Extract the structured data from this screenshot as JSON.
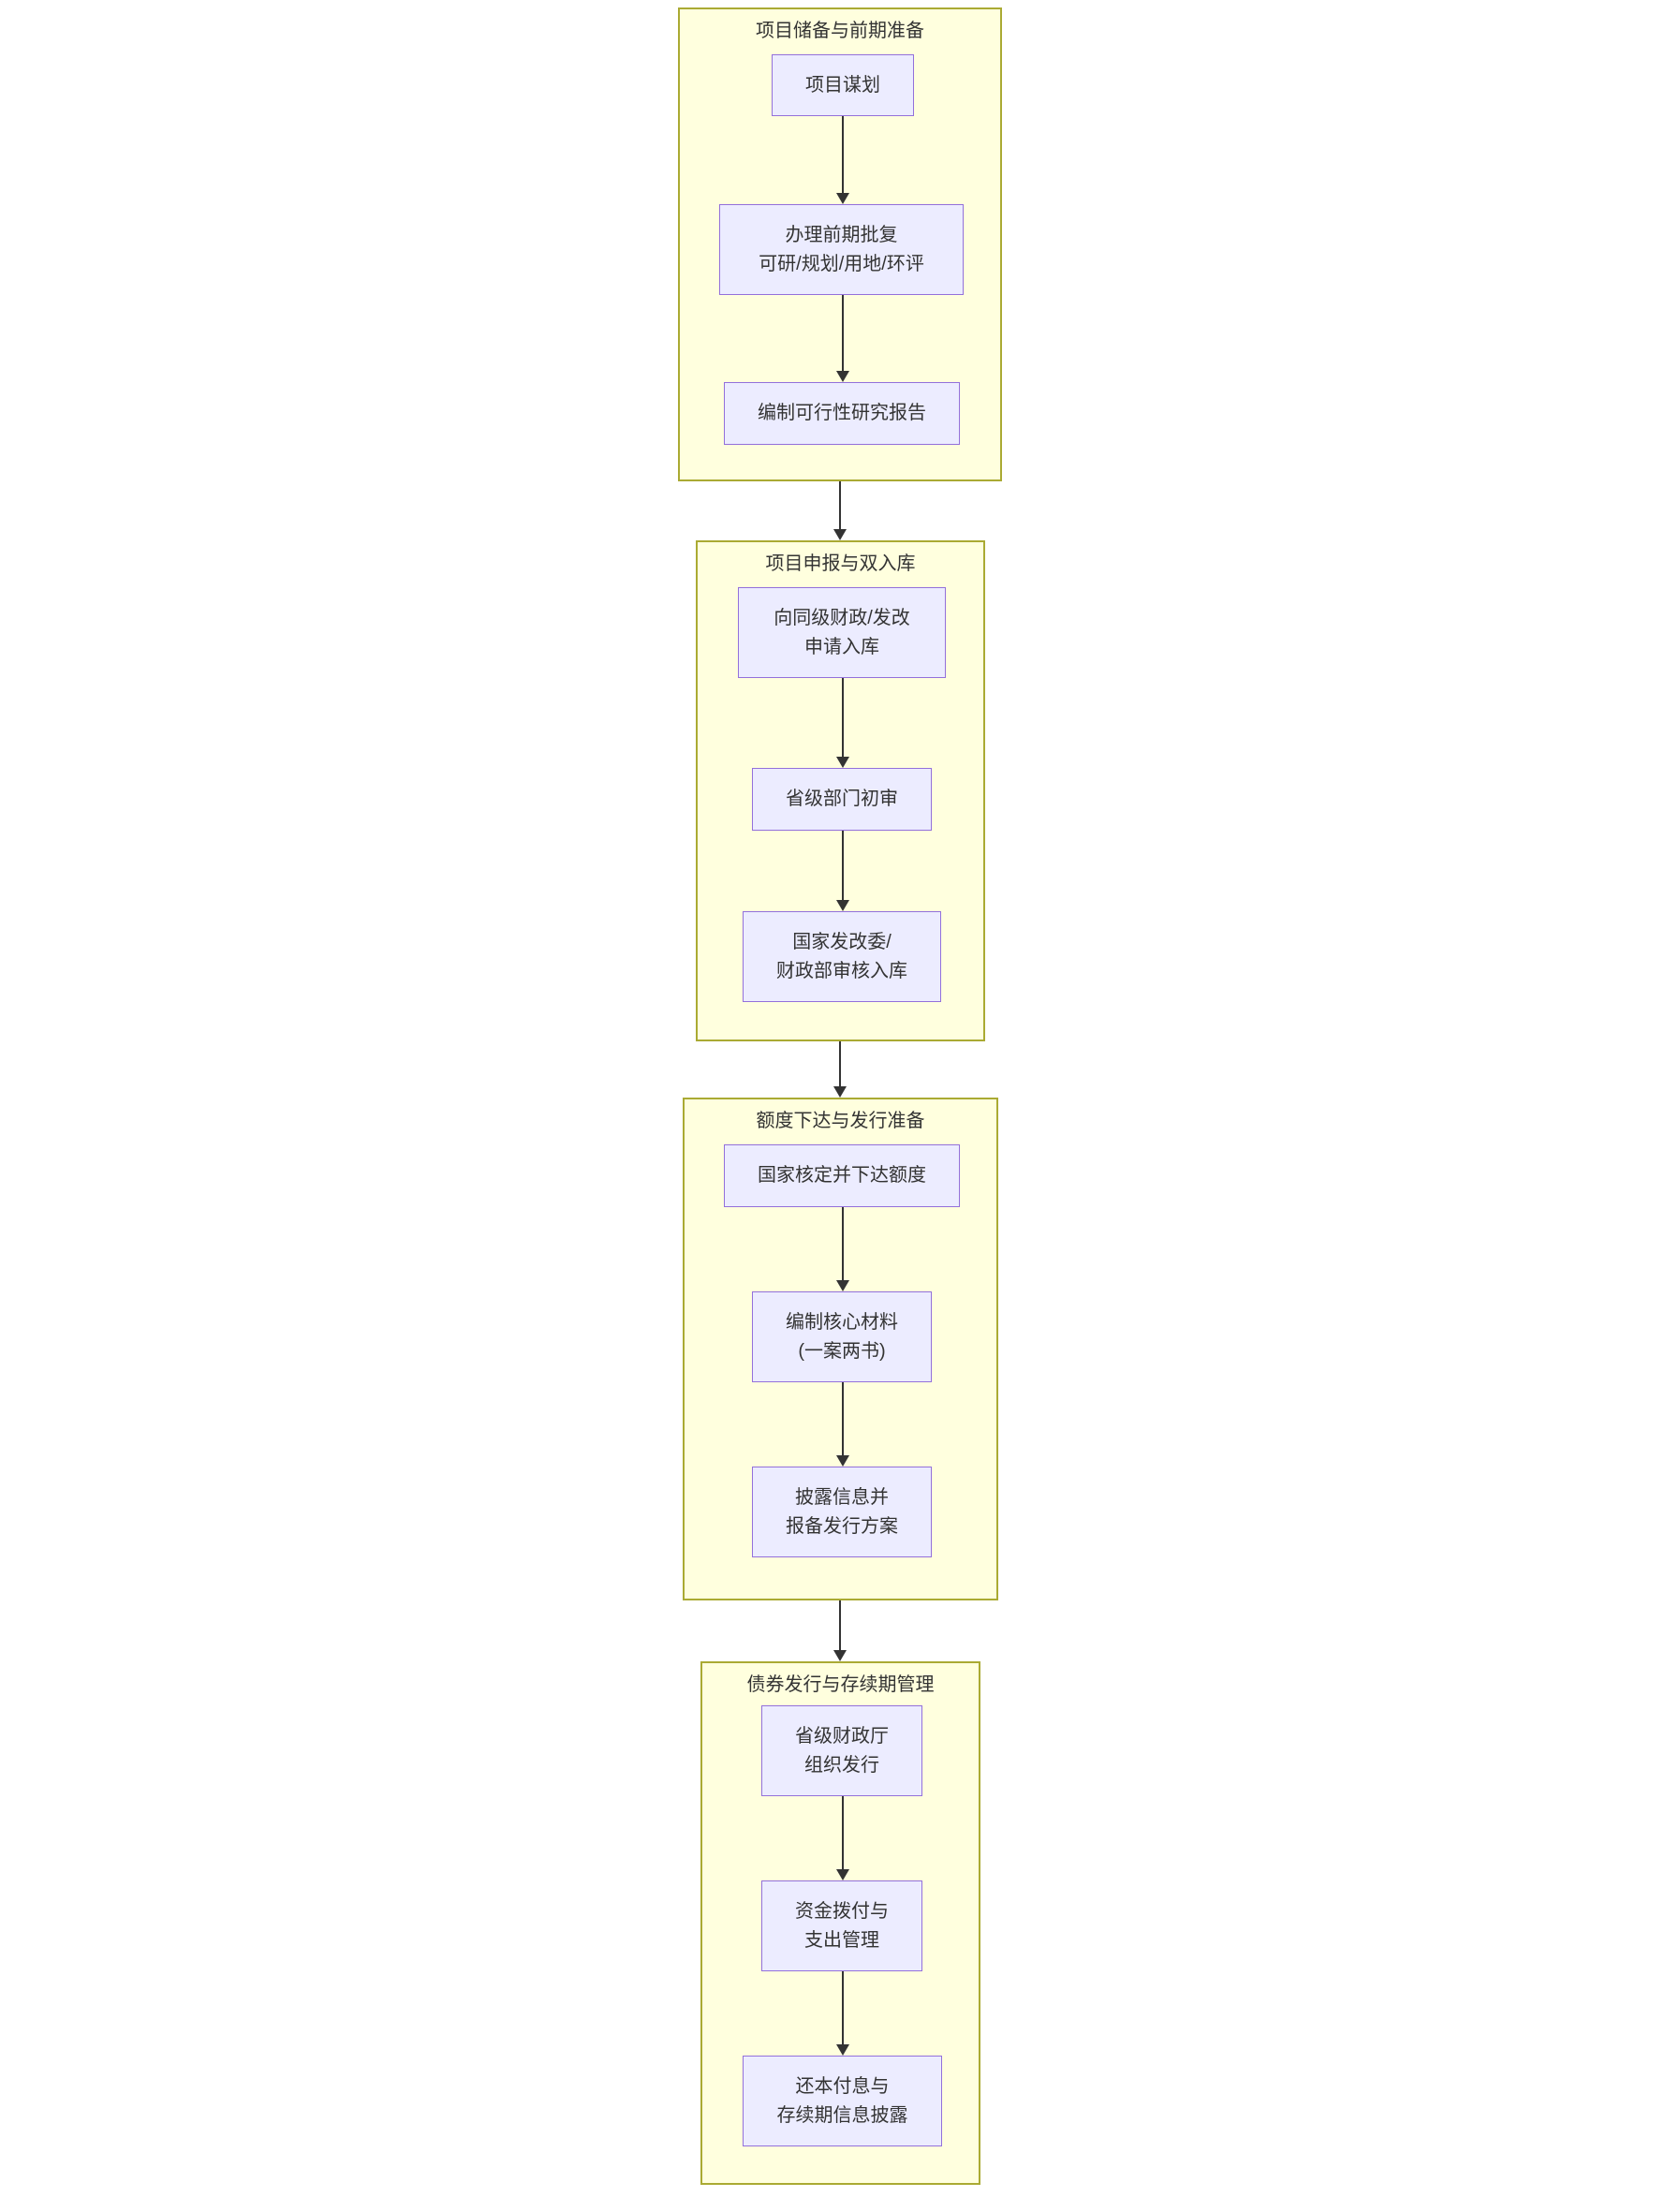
{
  "diagram": {
    "type": "flowchart",
    "direction": "top-down",
    "colors": {
      "section_fill": "#ffffde",
      "section_border": "#aaaa33",
      "node_fill": "#ECECFF",
      "node_border": "#9370DB",
      "text": "#333333",
      "arrow": "#333333"
    },
    "sections": [
      {
        "title": "项目储备与前期准备",
        "nodes": [
          {
            "lines": [
              "项目谋划"
            ]
          },
          {
            "lines": [
              "办理前期批复",
              "可研/规划/用地/环评"
            ]
          },
          {
            "lines": [
              "编制可行性研究报告"
            ]
          }
        ]
      },
      {
        "title": "项目申报与双入库",
        "nodes": [
          {
            "lines": [
              "向同级财政/发改",
              "申请入库"
            ]
          },
          {
            "lines": [
              "省级部门初审"
            ]
          },
          {
            "lines": [
              "国家发改委/",
              "财政部审核入库"
            ]
          }
        ]
      },
      {
        "title": "额度下达与发行准备",
        "nodes": [
          {
            "lines": [
              "国家核定并下达额度"
            ]
          },
          {
            "lines": [
              "编制核心材料",
              "(一案两书)"
            ]
          },
          {
            "lines": [
              "披露信息并",
              "报备发行方案"
            ]
          }
        ]
      },
      {
        "title": "债券发行与存续期管理",
        "nodes": [
          {
            "lines": [
              "省级财政厅",
              "组织发行"
            ]
          },
          {
            "lines": [
              "资金拨付与",
              "支出管理"
            ]
          },
          {
            "lines": [
              "还本付息与",
              "存续期信息披露"
            ]
          }
        ]
      }
    ],
    "edges": [
      {
        "from": "项目谋划",
        "to": "办理前期批复 可研/规划/用地/环评"
      },
      {
        "from": "办理前期批复 可研/规划/用地/环评",
        "to": "编制可行性研究报告"
      },
      {
        "from": "项目储备与前期准备",
        "to": "项目申报与双入库"
      },
      {
        "from": "向同级财政/发改申请入库",
        "to": "省级部门初审"
      },
      {
        "from": "省级部门初审",
        "to": "国家发改委/财政部审核入库"
      },
      {
        "from": "项目申报与双入库",
        "to": "额度下达与发行准备"
      },
      {
        "from": "国家核定并下达额度",
        "to": "编制核心材料(一案两书)"
      },
      {
        "from": "编制核心材料(一案两书)",
        "to": "披露信息并报备发行方案"
      },
      {
        "from": "额度下达与发行准备",
        "to": "债券发行与存续期管理"
      },
      {
        "from": "省级财政厅组织发行",
        "to": "资金拨付与支出管理"
      },
      {
        "from": "资金拨付与支出管理",
        "to": "还本付息与存续期信息披露"
      }
    ]
  }
}
